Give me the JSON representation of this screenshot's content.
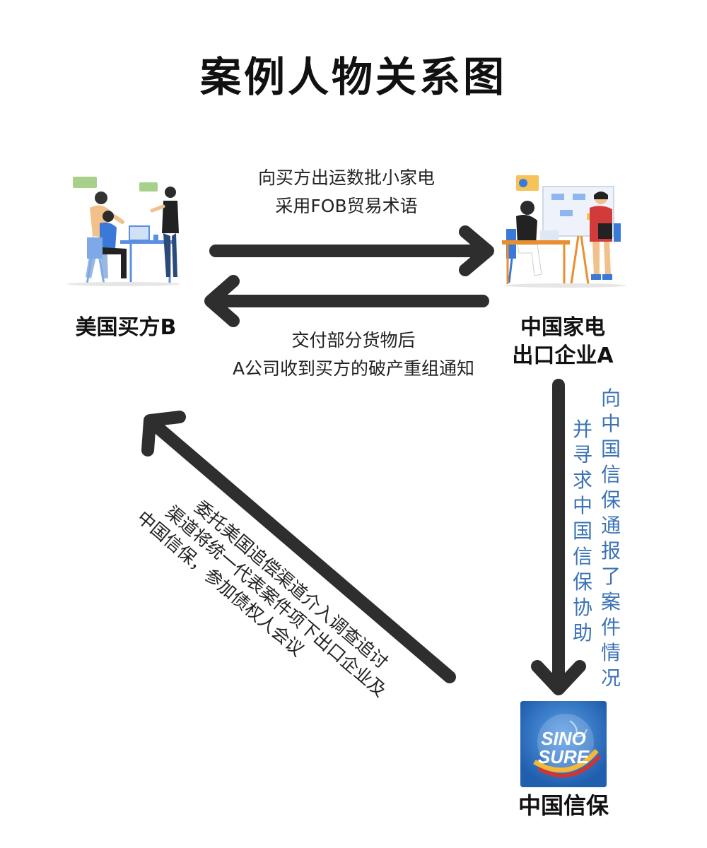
{
  "title": "案例人物关系图",
  "nodes": {
    "buyer": "美国买方B",
    "exporter_line1": "中国家电",
    "exporter_line2": "出口企业A",
    "sinosure_name": "中国信保",
    "sinosure_logo_line1": "SINO",
    "sinosure_logo_line2": "SURE"
  },
  "edges": {
    "ship": {
      "line1": "向买方出运数批小家电",
      "line2": "采用FOB贸易术语"
    },
    "notice": {
      "line1": "交付部分货物后",
      "line2": "A公司收到买方的破产重组通知"
    },
    "report": {
      "col1": "向中国信保通报了案件情况",
      "col2": "并寻求中国信保协助"
    },
    "recover": {
      "line1": "委托美国追偿渠道介入调查追讨",
      "line2": "渠道将统一代表案件项下出口企业及",
      "line3": "中国信保，参加债权人会议"
    }
  },
  "colors": {
    "arrow": "#2e2e2e",
    "vertical_text": "#3b73b5",
    "logo_bg": "#1f5fae",
    "accent_yellow": "#f3b73a"
  },
  "icons": [
    "team-illustration-icon",
    "meeting-illustration-icon",
    "globe-logo-icon"
  ]
}
